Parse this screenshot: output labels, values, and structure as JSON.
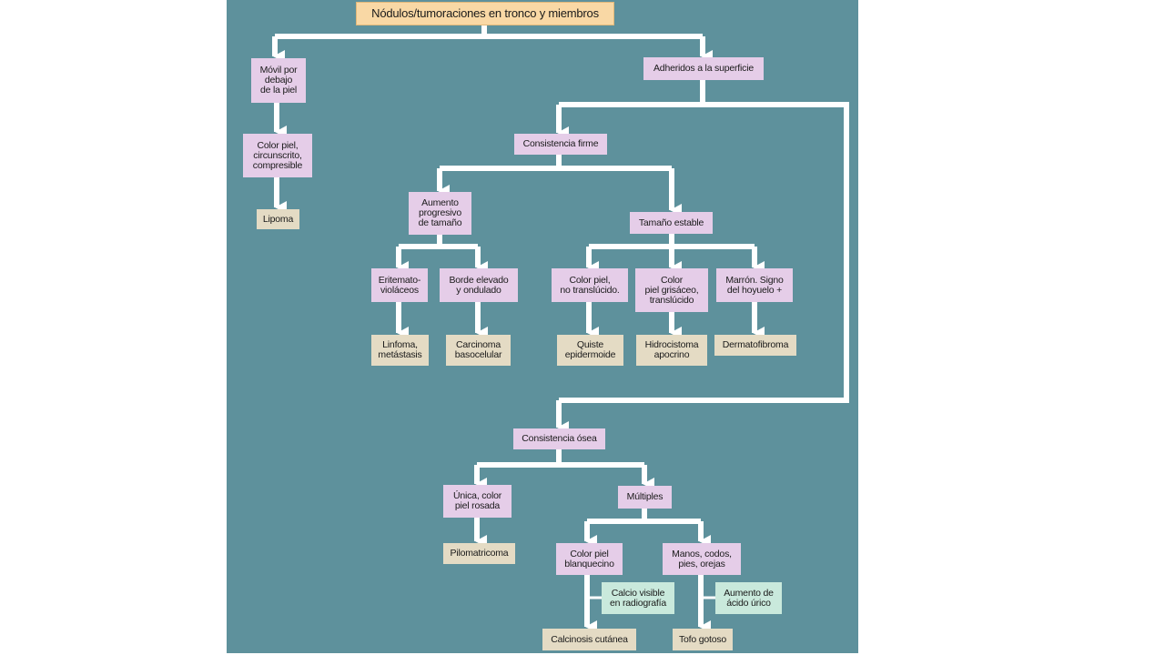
{
  "colors": {
    "background": "#5e919c",
    "connector": "#ffffff",
    "title_fill": "#f9d8a5",
    "condition_fill": "#e5cde8",
    "diagnosis_fill": "#e4dbc4",
    "note_fill": "#c9e9dc"
  },
  "nodes": {
    "title": "Nódulos/tumoraciones en tronco y miembros",
    "movil": "Móvil por\ndebajo\nde la piel",
    "adheridos": "Adheridos a la superficie",
    "color_piel_circunscrito": "Color piel,\ncircunscrito,\ncompresible",
    "lipoma": "Lipoma",
    "consistencia_firme": "Consistencia firme",
    "aumento_progresivo": "Aumento\nprogresivo\nde tamaño",
    "tamano_estable": "Tamaño estable",
    "eritemato": "Eritemato-\nvioláceos",
    "borde_elevado": "Borde elevado\ny ondulado",
    "color_piel_no_translucido": "Color piel,\nno translúcido.",
    "color_piel_grisaceo": "Color\npiel grisáceo,\ntranslúcido",
    "marron": "Marrón. Signo\ndel hoyuelo +",
    "linfoma": "Linfoma,\nmetástasis",
    "carcinoma": "Carcinoma\nbasocelular",
    "quiste": "Quiste\nepidermoide",
    "hidrocistoma": "Hidrocistoma\napocrino",
    "dermatofibroma": "Dermatofibroma",
    "consistencia_osea": "Consistencia ósea",
    "unica": "Única, color\npiel rosada",
    "multiples": "Múltiples",
    "pilomatricoma": "Pilomatricoma",
    "color_piel_blanquecino": "Color piel\nblanquecino",
    "manos_codos": "Manos, codos,\npies, orejas",
    "calcio_visible": "Calcio visible\nen radiografía",
    "aumento_acido_urico": "Aumento de\nácido úrico",
    "calcinosis": "Calcinosis cutánea",
    "tofo_gotoso": "Tofo gotoso"
  }
}
